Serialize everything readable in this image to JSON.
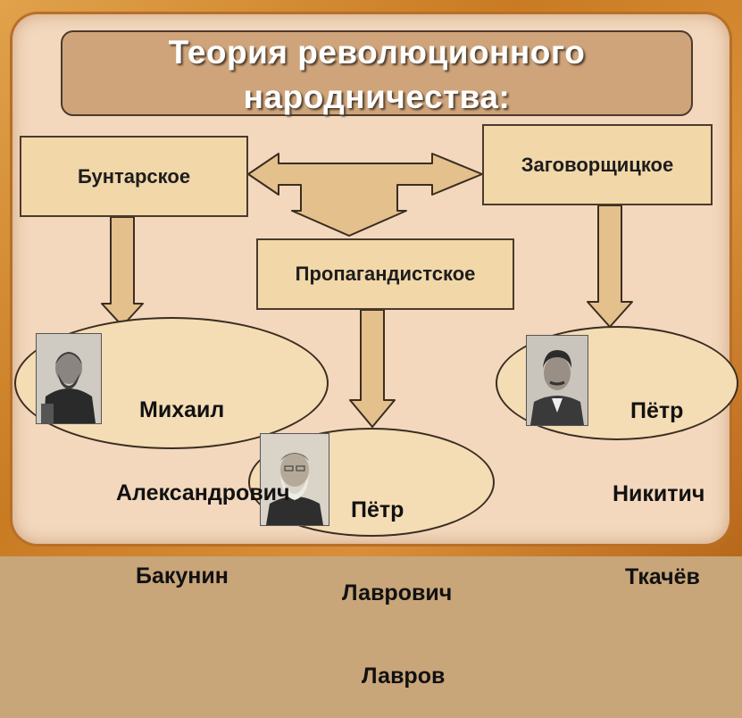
{
  "title": {
    "line1": "Теория революционного",
    "line2": "народничества:"
  },
  "directions": {
    "buntarskoe": "Бунтарское",
    "zagovorshchitskoe": "Заговорщицкое",
    "propagandistskoe": "Пропагандистское"
  },
  "people": {
    "bakunin": {
      "l1": "Михаил",
      "l2": "Александрович",
      "l3": "Бакунин"
    },
    "lavrov": {
      "l1": "Пётр",
      "l2": "Лаврович",
      "l3": "Лавров"
    },
    "tkachev": {
      "l1": "Пётр",
      "l2": "Никитич",
      "l3": "Ткачёв"
    }
  },
  "colors": {
    "frame": "#c97b22",
    "panel": "#f3d8bd",
    "box": "#f2d7a8",
    "arrow": "#e3c08c"
  }
}
